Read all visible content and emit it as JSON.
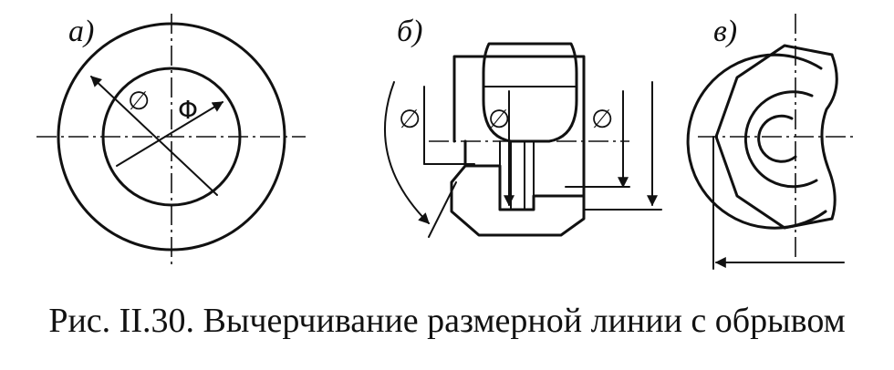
{
  "panels": {
    "a": {
      "label": "а)",
      "symbols": [
        "∅",
        "Φ"
      ]
    },
    "b": {
      "label": "б)",
      "symbols": [
        "∅",
        "∅",
        "∅"
      ]
    },
    "c": {
      "label": "в)"
    }
  },
  "caption": "Рис. II.30. Вычерчивание размерной линии с обрывом"
}
